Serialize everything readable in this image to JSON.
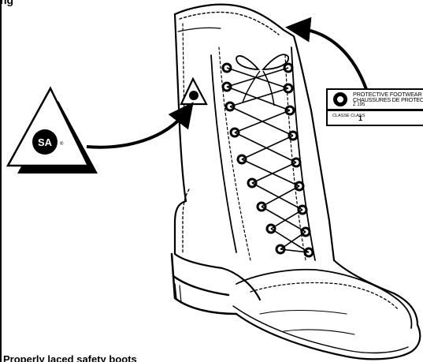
{
  "top_text": "ng",
  "caption": "Properly laced safety boots",
  "csa_mark_text": "SA",
  "label": {
    "line1": "PROTECTIVE FOOTWEAR",
    "line2": "CHAUSSURES DE PROTECTION",
    "line3": "Z 195",
    "class_label": "CLASSE CLASS",
    "class_value": "1"
  },
  "colors": {
    "ink": "#000000",
    "paper": "#ffffff"
  },
  "icons": [
    "csa-triangle-icon",
    "csa-triangle-small-icon",
    "arrow-icon",
    "boot-illustration"
  ]
}
